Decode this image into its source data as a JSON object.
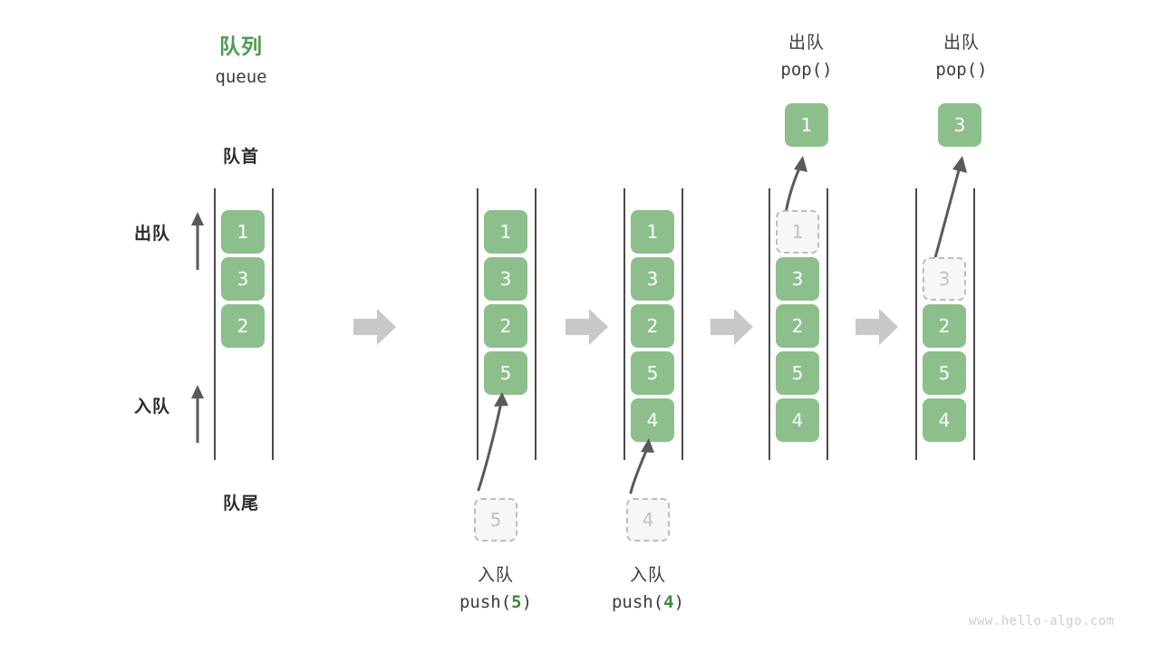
{
  "diagram": {
    "title_cn": "队列",
    "title_en": "queue",
    "front_label": "队首",
    "rear_label": "队尾",
    "dequeue_side_label": "出队",
    "enqueue_side_label": "入队",
    "accent_green": "#4e9a4e",
    "cell_green": "#8cbf8c",
    "ghost_gray": "#bdbdbd",
    "arrow_gray": "#c8c8c8",
    "watermark": "www.hello-algo.com"
  },
  "steps": [
    {
      "id": "initial",
      "cells": [
        "1",
        "3",
        "2"
      ],
      "ghost_in_queue": null,
      "ghost_below": null,
      "popped_value": null,
      "op_cn": null,
      "op_code_prefix": null,
      "op_code_arg": null,
      "op_code_suffix": null
    },
    {
      "id": "push-5",
      "cells": [
        "1",
        "3",
        "2",
        "5"
      ],
      "ghost_in_queue": null,
      "ghost_below": "5",
      "popped_value": null,
      "op_cn": "入队",
      "op_code_prefix": "push(",
      "op_code_arg": "5",
      "op_code_suffix": ")"
    },
    {
      "id": "push-4",
      "cells": [
        "1",
        "3",
        "2",
        "5",
        "4"
      ],
      "ghost_in_queue": null,
      "ghost_below": "4",
      "popped_value": null,
      "op_cn": "入队",
      "op_code_prefix": "push(",
      "op_code_arg": "4",
      "op_code_suffix": ")"
    },
    {
      "id": "pop-1",
      "cells": [
        "3",
        "2",
        "5",
        "4"
      ],
      "ghost_in_queue": "1",
      "ghost_below": null,
      "popped_value": "1",
      "op_cn": "出队",
      "op_code_prefix": "pop(",
      "op_code_arg": "",
      "op_code_suffix": ")"
    },
    {
      "id": "pop-3",
      "cells": [
        "2",
        "5",
        "4"
      ],
      "ghost_in_queue": "3",
      "ghost_below": null,
      "popped_value": "3",
      "op_cn": "出队",
      "op_code_prefix": "pop(",
      "op_code_arg": "",
      "op_code_suffix": ")"
    }
  ],
  "flow_arrows": [
    "flow-arrow-1",
    "flow-arrow-2",
    "flow-arrow-3",
    "flow-arrow-4"
  ]
}
